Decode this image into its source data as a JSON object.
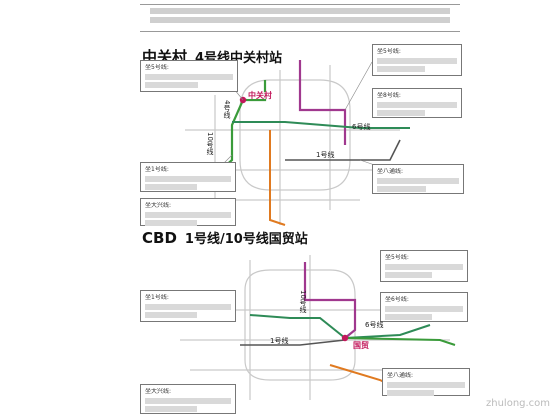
{
  "sections": [
    {
      "title_tag": "",
      "title_main": "中关村",
      "title_sub": "",
      "title_station": "4号线中关村站",
      "boxes": [
        {
          "title": "坐5号线:",
          "lines": [
            "",
            ""
          ]
        },
        {
          "title": "坐5号线:",
          "lines": [
            "",
            ""
          ]
        },
        {
          "title": "坐8号线:",
          "lines": [
            "",
            ""
          ]
        },
        {
          "title": "坐1号线:",
          "lines": [
            "",
            ""
          ]
        },
        {
          "title": "坐八通线:",
          "lines": [
            "",
            ""
          ]
        },
        {
          "title": "坐大兴线:",
          "lines": [
            "",
            ""
          ]
        }
      ],
      "stations": [
        "中关村"
      ],
      "line_labels": [
        "4号线",
        "10号线",
        "6号线",
        "1号线"
      ]
    },
    {
      "title_tag": "",
      "title_main": "CBD",
      "title_sub": "",
      "title_station": "1号线/10号线国贸站",
      "boxes": [
        {
          "title": "坐5号线:",
          "lines": [
            "",
            ""
          ]
        },
        {
          "title": "坐1号线:",
          "lines": [
            "",
            ""
          ]
        },
        {
          "title": "坐6号线:",
          "lines": [
            "",
            ""
          ]
        },
        {
          "title": "坐八通线:",
          "lines": [
            "",
            ""
          ]
        },
        {
          "title": "坐大兴线:",
          "lines": [
            "",
            ""
          ]
        }
      ],
      "stations": [
        "国贸"
      ],
      "line_labels": [
        "6号线",
        "1号线",
        "10号线"
      ]
    }
  ],
  "watermark": "zhulong.com"
}
